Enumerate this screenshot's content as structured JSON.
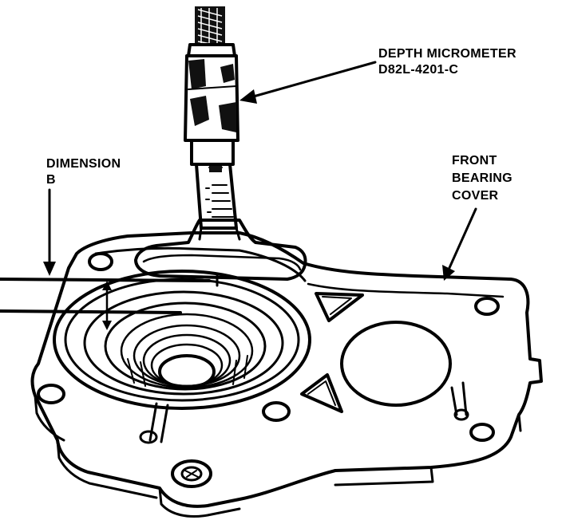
{
  "figure": {
    "background": "#ffffff",
    "ink": "#000000",
    "labels": {
      "micrometer_line1": "DEPTH MICROMETER",
      "micrometer_line2": "D82L-4201-C",
      "dimension_line1": "DIMENSION",
      "dimension_line2": "B",
      "cover_line1": "FRONT",
      "cover_line2": "BEARING",
      "cover_line3": "COVER"
    }
  }
}
